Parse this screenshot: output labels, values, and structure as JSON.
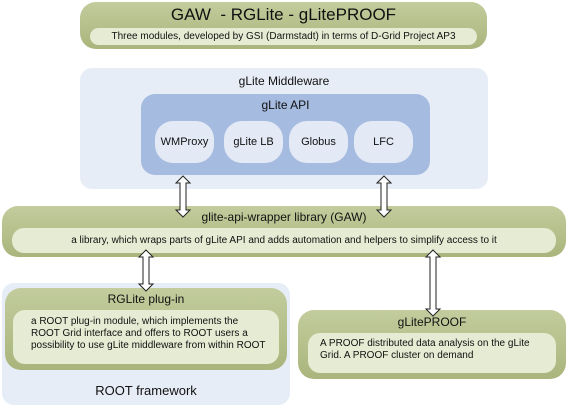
{
  "header": {
    "title": "GAW  - RGLite - gLitePROOF",
    "subtitle": "Three modules, developed by GSI (Darmstadt) in terms of D-Grid Project AP3"
  },
  "middleware": {
    "label": "gLite Middleware",
    "api_label": "gLite API",
    "modules": [
      "WMProxy",
      "gLite LB",
      "Globus",
      "LFC"
    ]
  },
  "gaw": {
    "title": "glite-api-wrapper library (GAW)",
    "description": "a library, which wraps parts of gLite API and adds automation and helpers to simplify access to it"
  },
  "root_framework": {
    "label": "ROOT framework",
    "plugin_title": "RGLite plug-in",
    "plugin_text_lines": [
      "a ROOT plug-in module, which implements the",
      "ROOT Grid interface and offers to ROOT users a",
      "possibility to use gLite middleware from within ROOT"
    ]
  },
  "proof": {
    "title": "gLitePROOF",
    "text_lines": [
      "A PROOF distributed data analysis on the gLite",
      "Grid. A  PROOF cluster on demand"
    ]
  },
  "colors": {
    "olive": "#b3be87",
    "olive_inner": "#e6ebd3",
    "pale_blue": "#e6edf6",
    "mid_blue": "#a5bbe0",
    "module_fill": "#e3eaf5"
  }
}
